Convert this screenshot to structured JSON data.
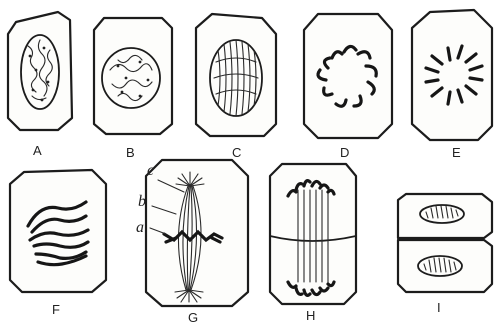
{
  "panels": [
    {
      "id": "A",
      "label": "A"
    },
    {
      "id": "B",
      "label": "B"
    },
    {
      "id": "C",
      "label": "C"
    },
    {
      "id": "D",
      "label": "D"
    },
    {
      "id": "E",
      "label": "E"
    },
    {
      "id": "F",
      "label": "F"
    },
    {
      "id": "G",
      "label": "G"
    },
    {
      "id": "H",
      "label": "H"
    },
    {
      "id": "I",
      "label": "I"
    }
  ],
  "annotations": {
    "a": "a",
    "b": "b",
    "c": "c"
  }
}
